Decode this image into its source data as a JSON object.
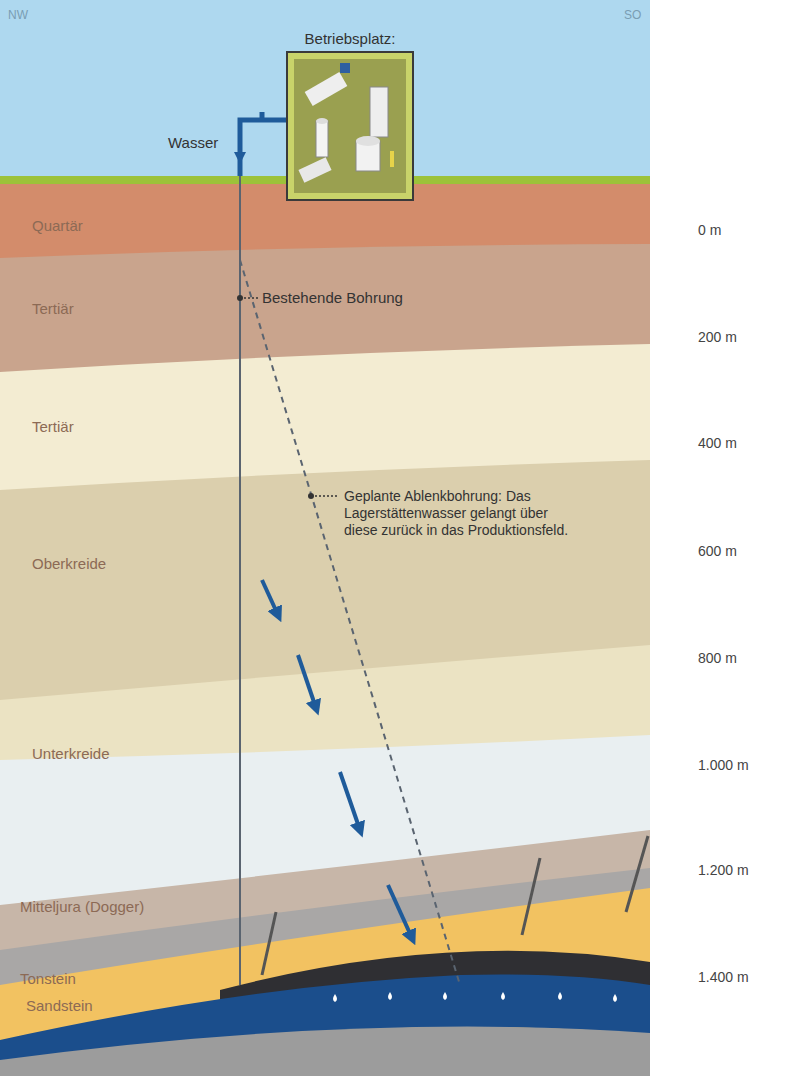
{
  "diagram": {
    "nodes": [
      {
        "text": [
          "Betriebsplatz:"
        ]
      }
    ],
    "labels": [
      "NW",
      "SO",
      "Wasser",
      "Quartär",
      "Tertiär",
      "Bestehende Bohrung",
      "Tertiär",
      "Geplante Ablenkbohrung: Das Lagerstättenwasser gelangt über diese zurück in das Produktionsfeld.",
      "Oberkreide",
      "Unterkreide",
      "Mitteljura (Dogger)",
      "Tonstein",
      "Sandstein",
      "0 m",
      "200 m",
      "400 m",
      "600 m",
      "800 m",
      "1.000 m",
      "1.200 m",
      "1.400 m"
    ]
  }
}
